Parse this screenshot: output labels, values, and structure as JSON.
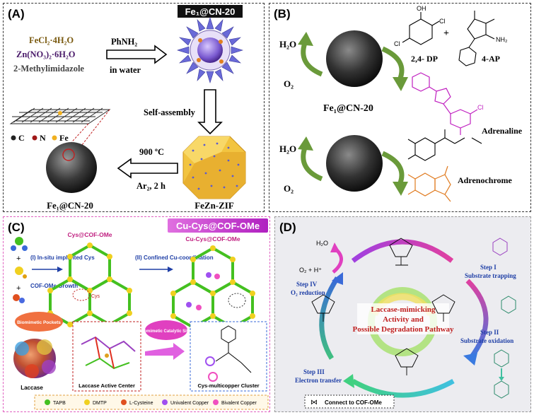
{
  "panelA": {
    "label": "(A)",
    "title": "Fe₁@CN-20",
    "reagent1": "FeCl₂·4H₂O",
    "reagent2": "Zn(NO₃)₂·6H₂O",
    "reagent3": "2-Methylimidazole",
    "step1_top": "PhNH₂",
    "step1_bottom": "in water",
    "step2": "Self-assembly",
    "step3_top": "900 ºC",
    "step3_bottom": "Ar₂, 2 h",
    "zif_label": "FeZn-ZIF",
    "product_label": "Fe₁@CN-20",
    "legend_c": "C",
    "legend_n": "N",
    "legend_fe": "Fe"
  },
  "panelB": {
    "label": "(B)",
    "h2o_1": "H₂O",
    "o2_1": "O₂",
    "dp": "2,4- DP",
    "ap": "4-AP",
    "catalyst": "Fe₁@CN-20",
    "h2o_2": "H₂O",
    "o2_2": "O₂",
    "adrenaline": "Adrenaline",
    "adrenochrome": "Adrenochrome",
    "oh": "OH",
    "cl": "Cl",
    "nh2": "NH₂",
    "plus": "+"
  },
  "panelC": {
    "label": "(C)",
    "title": "Cu-Cys@COF-OMe",
    "cys_cof": "Cys@COF-OMe",
    "cu_cys_cof": "Cu-Cys@COF-OMe",
    "step1": "(I) In-situ implanted Cys",
    "step2": "(II) Confined Cu-coordination",
    "growth": "COF-OMe Growth",
    "cys": "Cys",
    "pockets": "Biomimetic Pockets",
    "sites": "Biomimetic Catalytic Sites",
    "laccase": "Laccase",
    "active_center": "Laccase Active Center",
    "cluster": "Cys-multicopper Cluster",
    "legend": [
      "TAPB",
      "DMTP",
      "L-Cysteine",
      "Univalent Copper",
      "Bivalent Copper"
    ]
  },
  "panelD": {
    "label": "(D)",
    "h2o": "H₂O",
    "o2h": "O₂ + H⁺",
    "step1": "Step I",
    "step1_sub": "Substrate trapping",
    "step2": "Step II",
    "step2_sub": "Substrate oxidation",
    "step3": "Step III",
    "step3_sub": "Electron transfer",
    "step4": "Step IV",
    "step4_sub": "O₂ reduction",
    "center1": "Laccase-mimicking",
    "center2": "Activity and",
    "center3": "Possible Degradation Pathway",
    "connect": "Connect to COF-OMe"
  },
  "colors": {
    "arrow_green": "#6a9a3a",
    "magenta": "#c020c0",
    "orange": "#e07b20",
    "navy": "#1a2a8a",
    "step_blue": "#1f3fa6",
    "cof_green": "#44c020",
    "fe_yellow": "#f0b020"
  }
}
